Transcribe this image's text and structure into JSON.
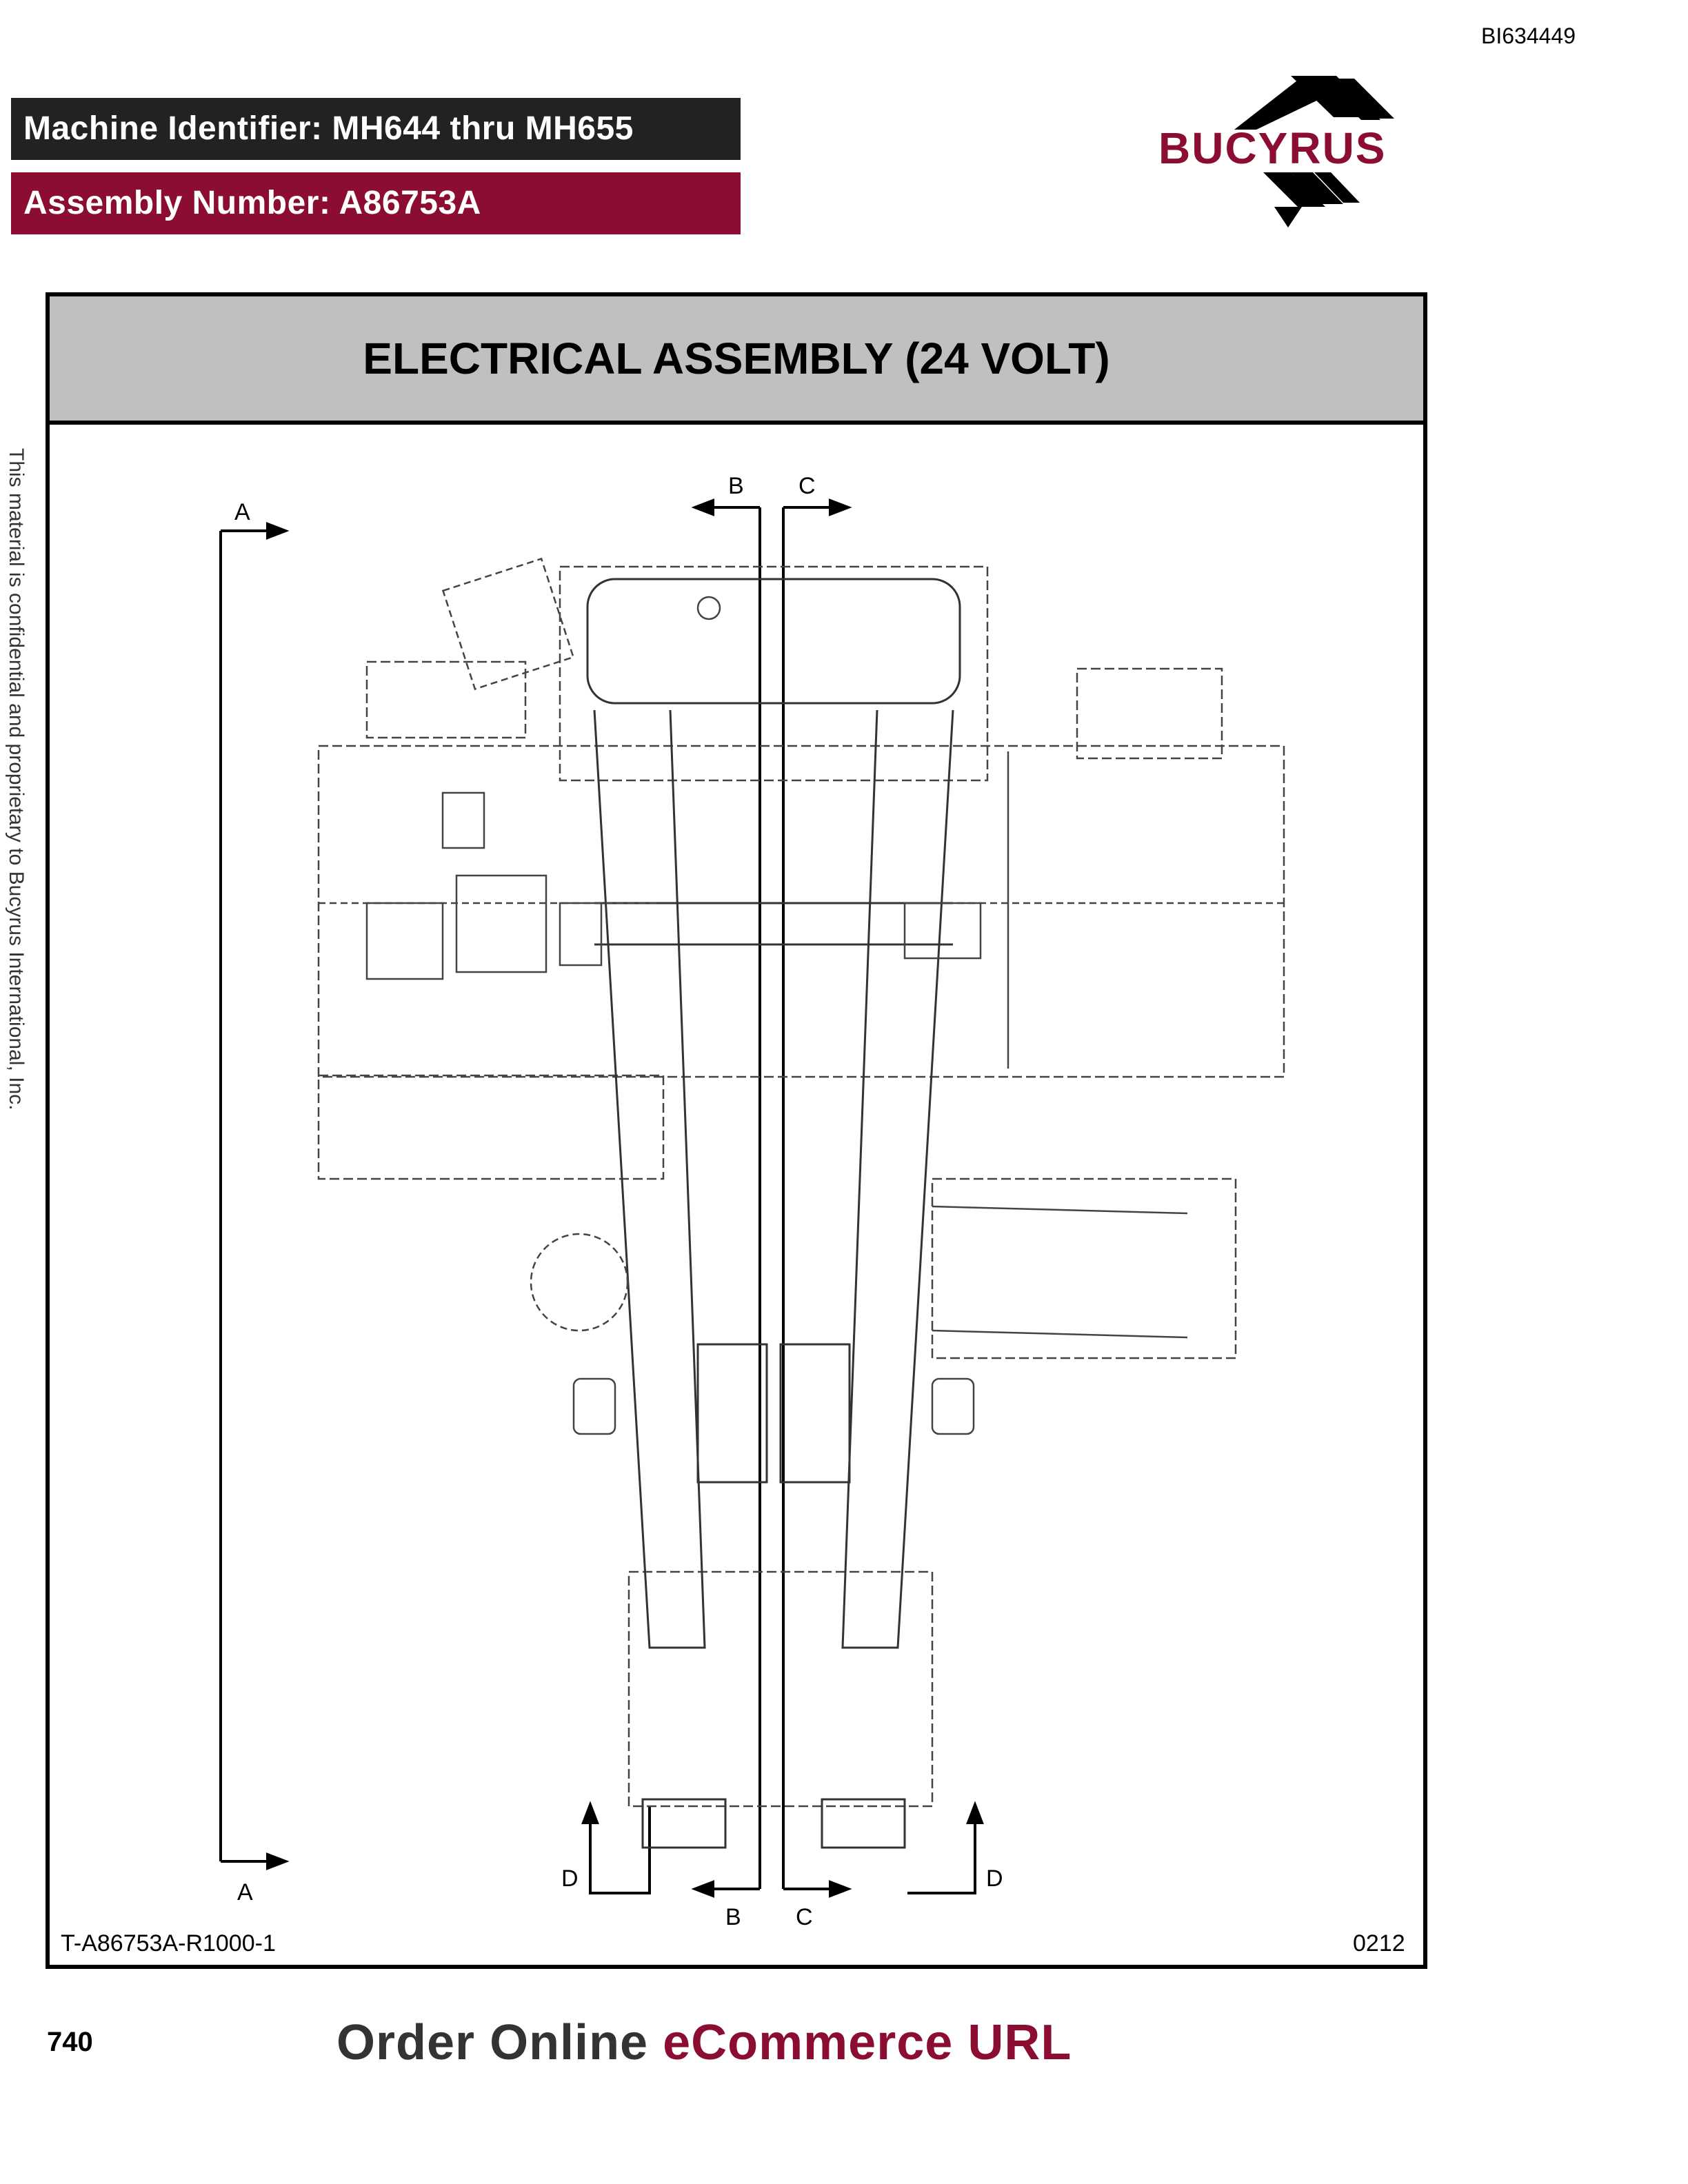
{
  "doc_id": "BI634449",
  "header": {
    "machine_identifier": "Machine Identifier: MH644 thru MH655",
    "assembly_number": "Assembly Number: A86753A"
  },
  "brand": {
    "name": "BUCYRUS",
    "color": "#8b0d32"
  },
  "title": "ELECTRICAL ASSEMBLY (24 VOLT)",
  "section_labels": {
    "a_top": "A",
    "a_bottom": "A",
    "b_top": "B",
    "b_bottom": "B",
    "c_top": "C",
    "c_bottom": "C",
    "d_left": "D",
    "d_right": "D"
  },
  "side_note": "This material is confidential and proprietary to Bucyrus International, Inc.",
  "drawing_ref": "T-A86753A-R1000-1",
  "drawing_code": "0212",
  "page_number": "740",
  "footer": {
    "order_text": "Order Online",
    "ecommerce_text": "eCommerce URL"
  }
}
